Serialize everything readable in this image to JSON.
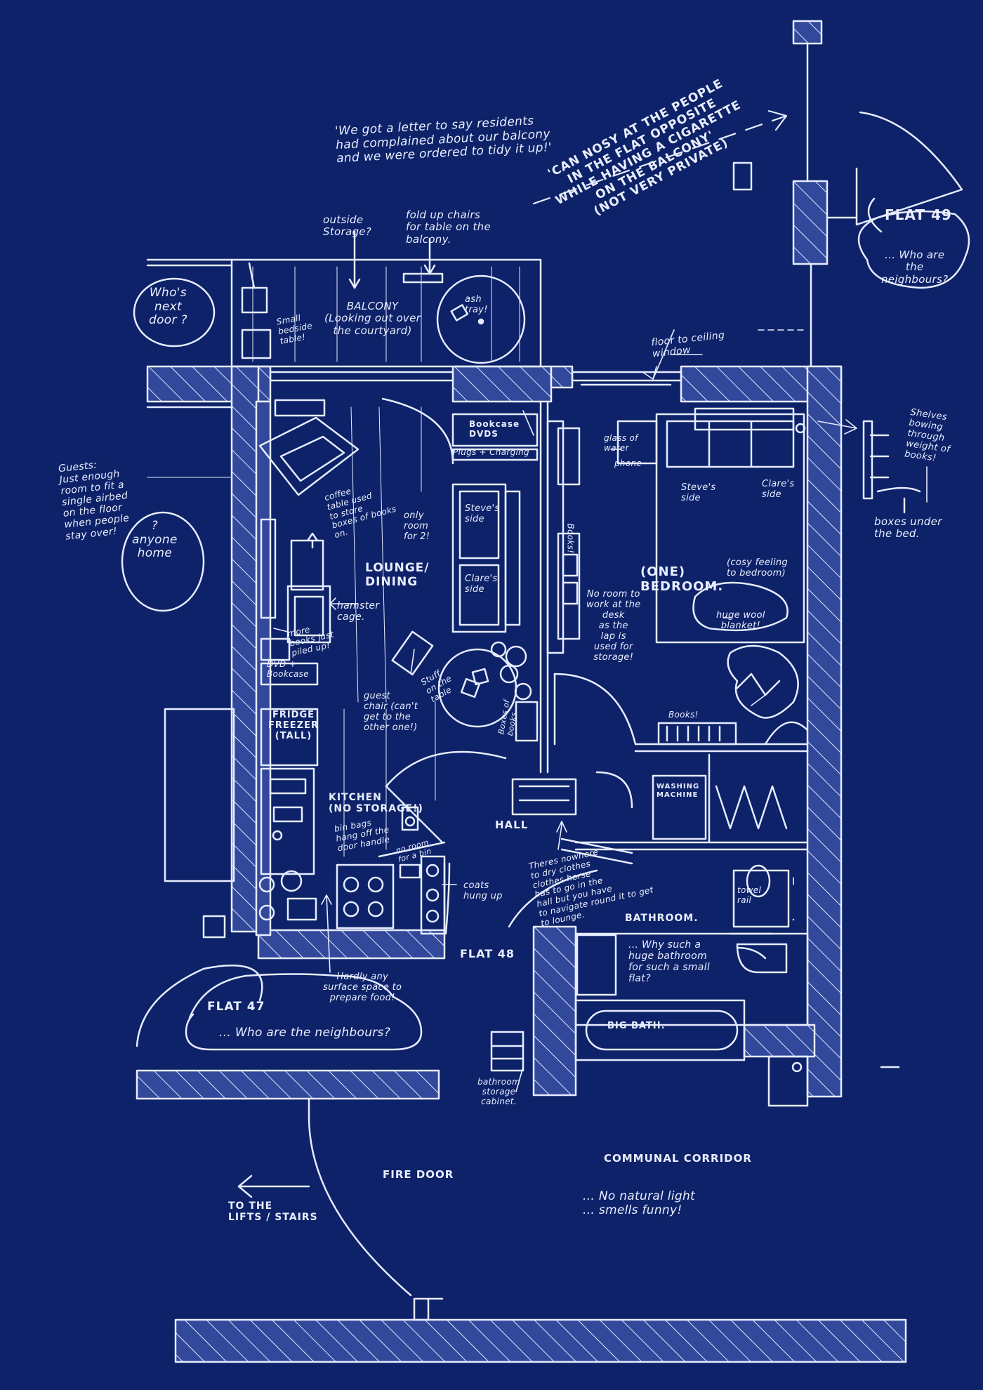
{
  "palette": {
    "background": "#0d2268",
    "ink": "#e6ecff",
    "hatch": "#3f56a6"
  },
  "notes": {
    "balcony_letter": "'We got a letter to say residents\nhad complained about our balcony\nand we were ordered to tidy it up!'",
    "nosy": "'CAN NOSY AT THE PEOPLE\nIN THE FLAT OPPOSITE\nWHILE HAVING A CIGARETTE\nON THE BALCONY'\n(NOT VERY PRIVATE)",
    "outside_storage": "outside\nStorage?",
    "fold_up_chairs": "fold up chairs\nfor table on the\nbalcony.",
    "balcony": "BALCONY\n(Looking out over\nthe courtyard)",
    "bedside_table": "Small\nbedside\ntable!",
    "ash_tray": "ash\ntray!",
    "whos_next_door": "Who's\nnext\ndoor ?",
    "floor_to_ceiling": "floor to ceiling\nwindow",
    "flat49": "FLAT 49",
    "flat49_neighbours": "... Who are\nthe\nneighbours?",
    "shelves_bowing": "Shelves\nbowing\nthrough\nweight of\nbooks!",
    "boxes_under_bed": "boxes under\nthe bed.",
    "guests": "Guests:\nJust enough\nroom to fit a\nsingle airbed\non the floor\nwhen people\nstay over!",
    "anyone_home": "?\nanyone\nhome",
    "coffee_table": "coffee\ntable used\nto store\nboxes of books\non.",
    "bookcase_dvds": "Bookcase\nDVDS",
    "plugs": "Plugs + Charging",
    "only_room": "only\nroom\nfor 2!",
    "steves_side_sofa": "Steve's\nside",
    "clares_side_sofa": "Clare's\nside",
    "lounge": "LOUNGE/\nDINING",
    "hamster": "hamster\ncage.",
    "more_books": "more\nbooks just\npiled up!",
    "dvd_bookcase": "DVD +\nBookcase",
    "stuff_on_table": "Stuff\non the\ntable",
    "guest_chair": "guest\nchair (can't\nget to the\nother one!)",
    "boxes_of_books": "Boxes of\nbooks",
    "fridge": "FRIDGE\nFREEZER\n(TALL)",
    "kitchen": "KITCHEN\n(NO STORAGE!)",
    "bin_bags": "bin bags\nhang off the\ndoor handle",
    "no_room_for_bin": "no room\nfor a bin",
    "glass_water": "glass of\nwater",
    "phone": "phone",
    "books_desk": "Books!",
    "no_room_work": "No room to\nwork at the\ndesk\nas the\nlap is\nused for\nstorage!",
    "steves_side_bed": "Steve's\nside",
    "clares_side_bed": "Clare's\nside",
    "one_bedroom": "(ONE)\nBEDROOM.",
    "cosy": "(cosy feeling\nto bedroom)",
    "wool_blanket": "huge wool\nblanket!",
    "books_hall": "Books!",
    "washing_machine": "WASHING\nMACHINE",
    "hall": "HALL",
    "clothes_horse": "Theres nowhere\nto dry clothes\nclothes horse\nhas to go in the\nhall but you have\nto navigate round it to get\nto lounge.",
    "towel_rail": "towel\nrail",
    "coats": "coats\nhung up",
    "bathroom": "BATHROOM.",
    "huge_bathroom": "... Why such a\nhuge bathroom\nfor such a small\nflat?",
    "flat48": "FLAT 48",
    "surface_space": "Hardly any\nsurface space to\nprepare food!",
    "flat47": "FLAT 47",
    "flat47_neighbours": "... Who are the neighbours?",
    "big_bath": "BIG BATH.",
    "bathroom_storage": "bathroom\nstorage\ncabinet.",
    "communal_corridor": "COMMUNAL CORRIDOR",
    "no_light": "... No natural light\n... smells funny!",
    "fire_door": "FIRE DOOR",
    "lifts": "TO THE\nLIFTS / STAIRS"
  }
}
